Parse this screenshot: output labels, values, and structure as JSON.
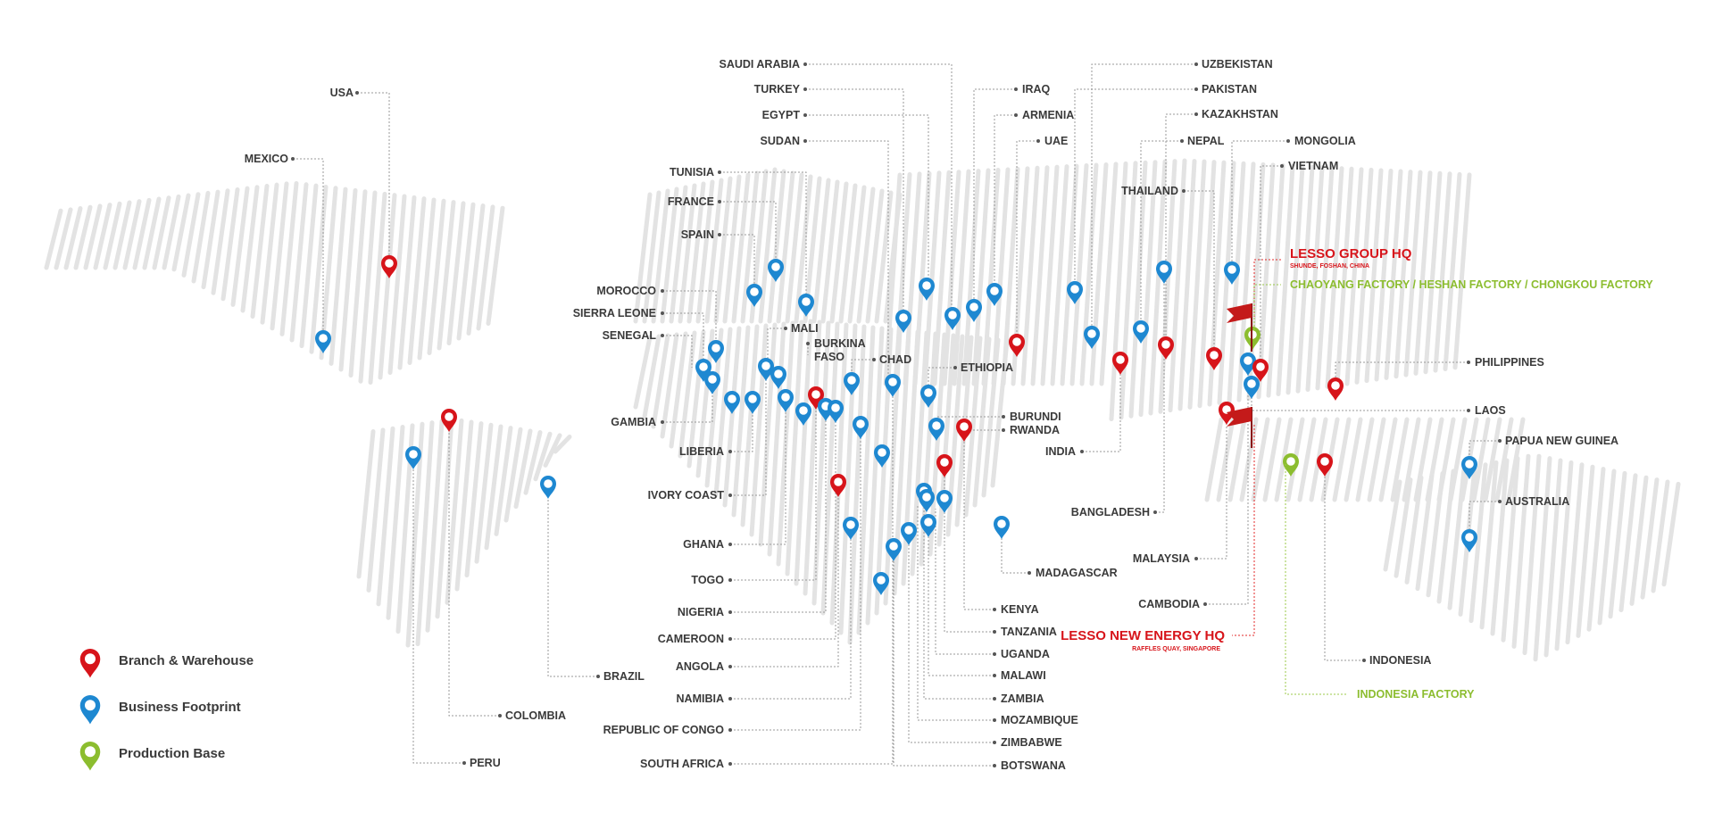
{
  "colors": {
    "branch": "#d7141a",
    "footprint": "#1e88d1",
    "production": "#8cbd2f",
    "label": "#3a3a3a"
  },
  "legend": [
    {
      "label": "Branch & Warehouse",
      "type": "branch"
    },
    {
      "label": "Business Footprint",
      "type": "footprint"
    },
    {
      "label": "Production Base",
      "type": "production"
    }
  ],
  "headquarters": [
    {
      "title": "LESSO GROUP HQ",
      "subtitle": "SHUNDE, FOSHAN, CHINA"
    },
    {
      "title": "LESSO NEW ENERGY HQ",
      "subtitle": "RAFFLES QUAY, SINGAPORE"
    }
  ],
  "factories": [
    {
      "label": "CHAOYANG FACTORY / HESHAN FACTORY / CHONGKOU FACTORY"
    },
    {
      "label": "INDONESIA FACTORY"
    }
  ],
  "countries": [
    "USA",
    "MEXICO",
    "BRAZIL",
    "COLOMBIA",
    "PERU",
    "SAUDI ARABIA",
    "TURKEY",
    "EGYPT",
    "SUDAN",
    "TUNISIA",
    "FRANCE",
    "SPAIN",
    "MOROCCO",
    "SIERRA LEONE",
    "SENEGAL",
    "GAMBIA",
    "LIBERIA",
    "IVORY COAST",
    "GHANA",
    "TOGO",
    "NIGERIA",
    "CAMEROON",
    "ANGOLA",
    "NAMIBIA",
    "REPUBLIC OF CONGO",
    "SOUTH AFRICA",
    "MALI",
    "BURKINA FASO",
    "CHAD",
    "ETHIOPIA",
    "IRAQ",
    "ARMENIA",
    "UAE",
    "BURUNDI",
    "RWANDA",
    "KENYA",
    "TANZANIA",
    "UGANDA",
    "MALAWI",
    "ZAMBIA",
    "MOZAMBIQUE",
    "ZIMBABWE",
    "BOTSWANA",
    "MADAGASCAR",
    "UZBEKISTAN",
    "PAKISTAN",
    "KAZAKHSTAN",
    "NEPAL",
    "MONGOLIA",
    "VIETNAM",
    "THAILAND",
    "INDIA",
    "BANGLADESH",
    "MALAYSIA",
    "CAMBODIA",
    "PHILIPPINES",
    "LAOS",
    "PAPUA NEW GUINEA",
    "AUSTRALIA",
    "INDONESIA"
  ]
}
